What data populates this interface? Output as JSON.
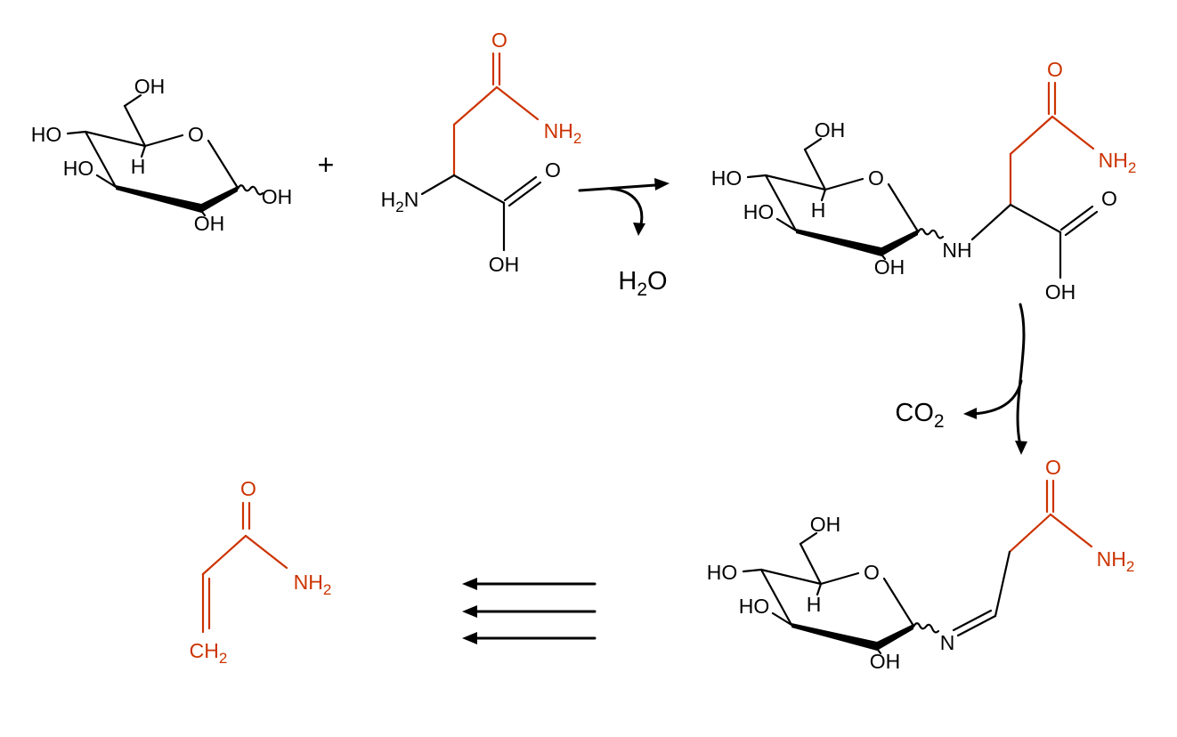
{
  "colors": {
    "bond": "#000000",
    "accent": "#cc3300",
    "background": "#ffffff"
  },
  "glucose": {
    "c6_oh": "OH",
    "c4_ho": "HO",
    "c3_ho": "HO",
    "c5_h": "H",
    "ring_o": "O",
    "c2_oh": "OH",
    "c1_oh": "OH"
  },
  "reaction": {
    "plus": "+",
    "water": {
      "pre": "H",
      "sub": "2",
      "post": "O"
    },
    "co2": {
      "pre": "CO",
      "sub": "2"
    }
  },
  "asparagine": {
    "amide_o": "O",
    "amide_nh2": {
      "pre": "NH",
      "sub": "2"
    },
    "alpha_nh2": {
      "pre": "H",
      "sub": "2",
      "post": "N"
    },
    "acid_o": "O",
    "acid_oh": "OH"
  },
  "glycosylamine": {
    "nh": "NH",
    "amide_o": "O",
    "amide_nh2": {
      "pre": "NH",
      "sub": "2"
    },
    "acid_o": "O",
    "acid_oh": "OH"
  },
  "schiff_base": {
    "n": "N",
    "amide_o": "O",
    "amide_nh2": {
      "pre": "NH",
      "sub": "2"
    }
  },
  "acrylamide": {
    "o": "O",
    "nh2": {
      "pre": "NH",
      "sub": "2"
    },
    "ch2": {
      "pre": "CH",
      "sub": "2"
    }
  }
}
